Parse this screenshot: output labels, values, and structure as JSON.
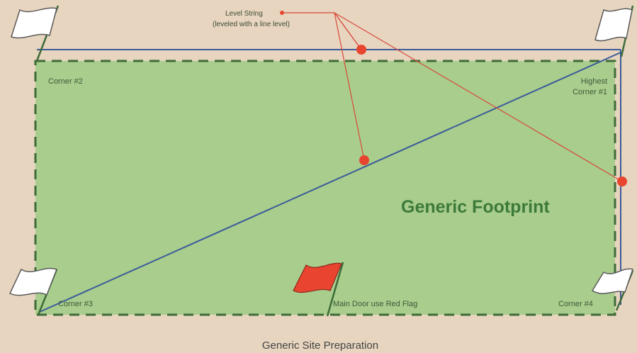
{
  "diagram": {
    "title": "Generic Footprint",
    "caption": "Generic Site Preparation",
    "callout": {
      "line1": "Level String",
      "line2": "(leveled with a line level)"
    },
    "corners": {
      "c1_line1": "Highest",
      "c1_line2": "Corner #1",
      "c2": "Corner #2",
      "c3": "Corner #3",
      "c4": "Corner #4"
    },
    "door": "Main Door use Red Flag"
  },
  "colors": {
    "background": "#e7d5bf",
    "footprint_fill": "#a8cd8c",
    "dashed_border": "#3f6b3a",
    "string_blue": "#3c5b9a",
    "pointer_red": "#d84a3c",
    "flag_white": "#ffffff",
    "flag_red": "#e8442f"
  }
}
